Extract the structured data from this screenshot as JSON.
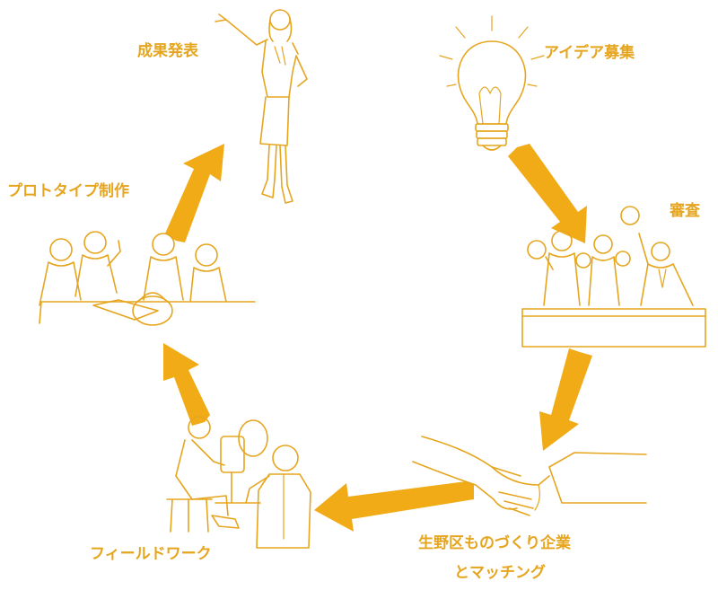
{
  "colors": {
    "accent": "#f0ab17",
    "line": "#e6a51f",
    "background": "#ffffff"
  },
  "steps": [
    {
      "id": "present",
      "label": "成果発表"
    },
    {
      "id": "ideas",
      "label": "アイデア募集"
    },
    {
      "id": "review",
      "label": "審査"
    },
    {
      "id": "matching",
      "label": "生野区ものづくり企業",
      "label2": "とマッチング"
    },
    {
      "id": "fieldwork",
      "label": "フィールドワーク"
    },
    {
      "id": "prototype",
      "label": "プロトタイプ制作"
    }
  ],
  "icons": [
    "presenter-icon",
    "lightbulb-icon",
    "judges-icon",
    "handshake-icon",
    "craftsman-icon",
    "team-meeting-icon"
  ]
}
